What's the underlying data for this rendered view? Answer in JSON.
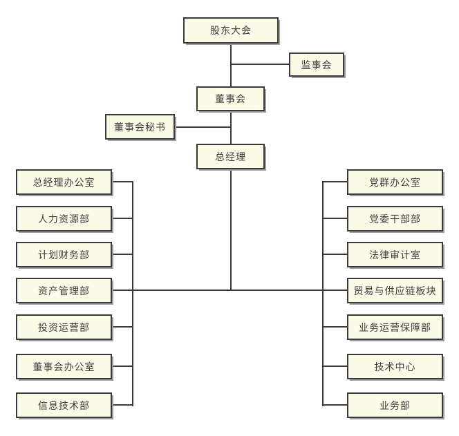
{
  "theme": {
    "page_bg": "#ffffff",
    "box_fill": "#fbfbe8",
    "box_border": "#3a3a3a",
    "box_shadow": "#9e9e9e",
    "line_color": "#3a3a3a",
    "text_color": "#3d3d3d"
  },
  "org": {
    "shareholders_meeting": {
      "label": "股东大会"
    },
    "supervisory_board": {
      "label": "监事会"
    },
    "board_of_directors": {
      "label": "董事会"
    },
    "board_secretary": {
      "label": "董事会秘书"
    },
    "general_manager": {
      "label": "总经理"
    },
    "left_departments": [
      {
        "label": "总经理办公室"
      },
      {
        "label": "人力资源部"
      },
      {
        "label": "计划财务部"
      },
      {
        "label": "资产管理部"
      },
      {
        "label": "投资运营部"
      },
      {
        "label": "董事会办公室"
      },
      {
        "label": "信息技术部"
      }
    ],
    "right_departments": [
      {
        "label": "党群办公室"
      },
      {
        "label": "党委干部部"
      },
      {
        "label": "法律审计室"
      },
      {
        "label": "贸易与供应链板块"
      },
      {
        "label": "业务运营保障部"
      },
      {
        "label": "技术中心"
      },
      {
        "label": "业务部"
      }
    ]
  }
}
